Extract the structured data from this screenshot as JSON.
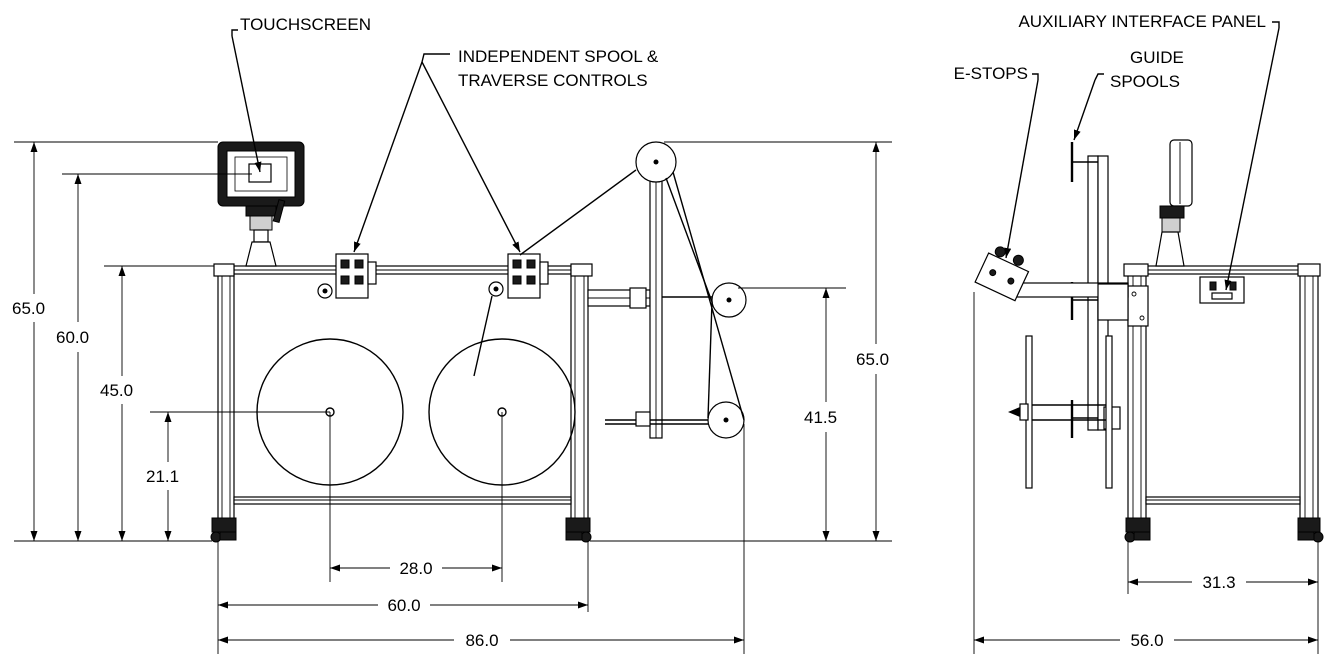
{
  "labels": {
    "touchscreen": "TOUCHSCREEN",
    "controls_line1": "INDEPENDENT SPOOL &",
    "controls_line2": "TRAVERSE CONTROLS",
    "aux_panel": "AUXILIARY INTERFACE PANEL",
    "estops": "E-STOPS",
    "guide_line1": "GUIDE",
    "guide_line2": "SPOOLS"
  },
  "dimensions": {
    "overall_height_left": "65.0",
    "touchscreen_height": "60.0",
    "frame_height": "45.0",
    "spool_center_height": "21.1",
    "spool_spacing": "28.0",
    "frame_width": "60.0",
    "overall_width": "86.0",
    "overall_height_right": "65.0",
    "lower_guide_height": "41.5",
    "side_frame_depth": "31.3",
    "side_overall_depth": "56.0"
  }
}
